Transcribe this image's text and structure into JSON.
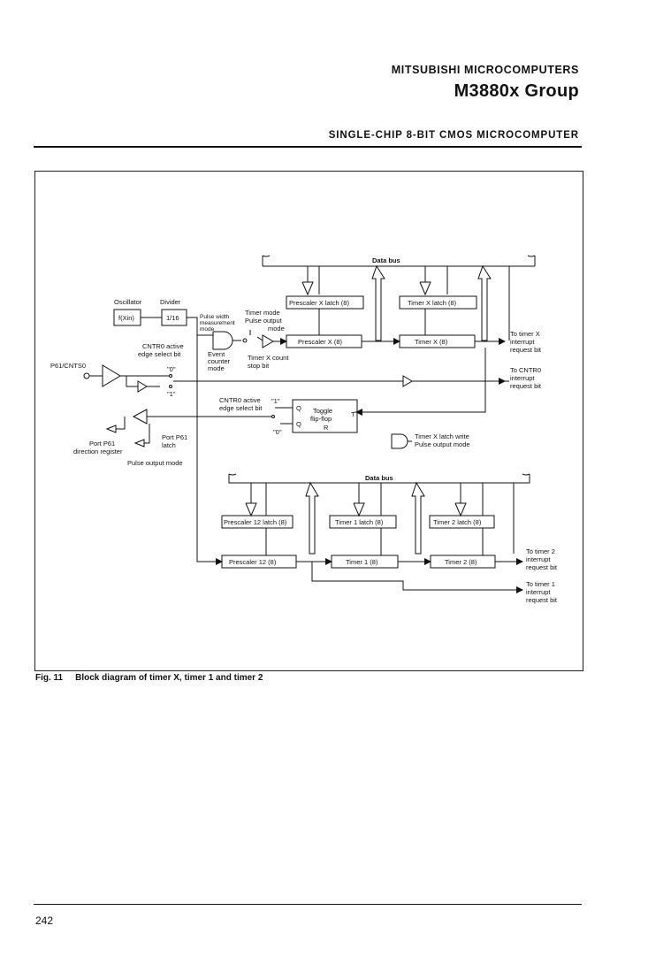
{
  "header": {
    "company": "MITSUBISHI MICROCOMPUTERS",
    "group": "M3880x Group",
    "subtitle": "SINGLE-CHIP 8-BIT CMOS MICROCOMPUTER"
  },
  "diagram": {
    "data_bus_top": "Data bus",
    "data_bus_bottom": "Data bus",
    "oscillator": "Oscillator",
    "divider": "Divider",
    "xin": "f(Xin)",
    "div16": "1/16",
    "pulse_width_1": "Pulse width",
    "pulse_width_2": "measurement",
    "pulse_width_3": "mode",
    "timer_mode": "Timer mode",
    "pulse_output_mode_1": "Pulse output",
    "pulse_output_mode_2": "mode",
    "prescaler_x_latch": "Prescaler X latch (8)",
    "timer_x_latch": "Timer X latch (8)",
    "prescaler_x": "Prescaler X (8)",
    "timer_x": "Timer X (8)",
    "cntr0_active_1": "CNTR0 active",
    "cntr0_active_2": "edge select bit",
    "event_counter_1": "Event",
    "event_counter_2": "counter",
    "event_counter_3": "mode",
    "timer_x_count_1": "Timer X count",
    "timer_x_count_2": "stop bit",
    "p6_cnts": "P61/CNTS0",
    "zero": "\"0\"",
    "one": "\"1\"",
    "to_timer_x_1": "To timer X",
    "to_timer_x_2": "interrupt",
    "to_timer_x_3": "request bit",
    "to_cntr0_1": "To CNTR0",
    "to_cntr0_2": "interrupt",
    "to_cntr0_3": "request bit",
    "cntr0_edge_1": "CNTR0 active",
    "cntr0_edge_2": "edge select bit",
    "one_b": "\"1\"",
    "zero_b": "\"0\"",
    "toggle_1": "Toggle",
    "toggle_2": "flip-flop",
    "q_top": "Q",
    "q_bottom": "Q",
    "r_label": "R",
    "t_label": "T",
    "timer_x_latch_write": "Timer X latch write",
    "pulse_output_mode_b": "Pulse output mode",
    "port_p6_dir_1": "Port P61",
    "port_p6_dir_2": "direction register",
    "port_p6_latch_1": "Port P61",
    "port_p6_latch_2": "latch",
    "pulse_output_mode_c": "Pulse output mode",
    "prescaler12_latch": "Prescaler 12 latch (8)",
    "timer1_latch": "Timer 1 latch (8)",
    "timer2_latch": "Timer 2 latch (8)",
    "prescaler12": "Prescaler 12 (8)",
    "timer1": "Timer 1 (8)",
    "timer2": "Timer 2 (8)",
    "to_timer2_1": "To timer 2",
    "to_timer2_2": "interrupt",
    "to_timer2_3": "request bit",
    "to_timer1_1": "To timer 1",
    "to_timer1_2": "interrupt",
    "to_timer1_3": "request bit"
  },
  "caption": {
    "number": "Fig. 11",
    "text": "Block diagram of timer X, timer 1 and timer 2"
  },
  "footer": {
    "page": "242"
  }
}
